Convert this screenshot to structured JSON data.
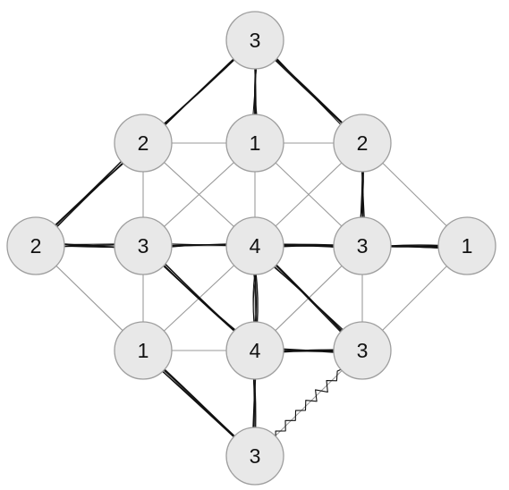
{
  "colors": {
    "background": "#ffffff",
    "node_fill": "#e8e8e8",
    "node_stroke": "#9e9e9e",
    "edge": "#9a9a9a",
    "pen": "#111111"
  },
  "nodes": [
    {
      "id": "n-top",
      "label": "3"
    },
    {
      "id": "n-r2-left",
      "label": "2"
    },
    {
      "id": "n-r2-mid",
      "label": "1"
    },
    {
      "id": "n-r2-right",
      "label": "2"
    },
    {
      "id": "n-r3-far-left",
      "label": "2"
    },
    {
      "id": "n-r3-left",
      "label": "3"
    },
    {
      "id": "n-r3-mid",
      "label": "4"
    },
    {
      "id": "n-r3-right",
      "label": "3"
    },
    {
      "id": "n-r3-far-right",
      "label": "1"
    },
    {
      "id": "n-r4-left",
      "label": "1"
    },
    {
      "id": "n-r4-mid",
      "label": "4"
    },
    {
      "id": "n-r4-right",
      "label": "3"
    },
    {
      "id": "n-bottom",
      "label": "3"
    }
  ],
  "edges": [
    [
      "n-top",
      "n-r2-left"
    ],
    [
      "n-top",
      "n-r2-mid"
    ],
    [
      "n-top",
      "n-r2-right"
    ],
    [
      "n-r2-left",
      "n-r2-mid"
    ],
    [
      "n-r2-mid",
      "n-r2-right"
    ],
    [
      "n-r2-left",
      "n-r3-far-left"
    ],
    [
      "n-r2-left",
      "n-r3-left"
    ],
    [
      "n-r2-left",
      "n-r3-mid"
    ],
    [
      "n-r2-mid",
      "n-r3-left"
    ],
    [
      "n-r2-mid",
      "n-r3-mid"
    ],
    [
      "n-r2-mid",
      "n-r3-right"
    ],
    [
      "n-r2-right",
      "n-r3-mid"
    ],
    [
      "n-r2-right",
      "n-r3-right"
    ],
    [
      "n-r2-right",
      "n-r3-far-right"
    ],
    [
      "n-r3-far-left",
      "n-r3-left"
    ],
    [
      "n-r3-left",
      "n-r3-mid"
    ],
    [
      "n-r3-mid",
      "n-r3-right"
    ],
    [
      "n-r3-right",
      "n-r3-far-right"
    ],
    [
      "n-r3-far-left",
      "n-r4-left"
    ],
    [
      "n-r3-left",
      "n-r4-left"
    ],
    [
      "n-r3-left",
      "n-r4-mid"
    ],
    [
      "n-r3-mid",
      "n-r4-left"
    ],
    [
      "n-r3-mid",
      "n-r4-mid"
    ],
    [
      "n-r3-mid",
      "n-r4-right"
    ],
    [
      "n-r3-right",
      "n-r4-mid"
    ],
    [
      "n-r3-right",
      "n-r4-right"
    ],
    [
      "n-r3-far-right",
      "n-r4-right"
    ],
    [
      "n-r4-left",
      "n-r4-mid"
    ],
    [
      "n-r4-mid",
      "n-r4-right"
    ],
    [
      "n-r4-left",
      "n-bottom"
    ],
    [
      "n-r4-mid",
      "n-bottom"
    ],
    [
      "n-r4-right",
      "n-bottom"
    ]
  ],
  "pen_strokes": [
    {
      "from": "n-top",
      "to": "n-r2-left",
      "style": "heavy"
    },
    {
      "from": "n-top",
      "to": "n-r2-mid",
      "style": "heavy"
    },
    {
      "from": "n-top",
      "to": "n-r2-right",
      "style": "heavy"
    },
    {
      "from": "n-r2-left",
      "to": "n-r3-far-left",
      "style": "heavy"
    },
    {
      "from": "n-r2-right",
      "to": "n-r3-right",
      "style": "heavy"
    },
    {
      "from": "n-r3-far-left",
      "to": "n-r3-left",
      "style": "heavy"
    },
    {
      "from": "n-r3-left",
      "to": "n-r3-mid",
      "style": "heavy"
    },
    {
      "from": "n-r3-mid",
      "to": "n-r3-right",
      "style": "heavy"
    },
    {
      "from": "n-r3-right",
      "to": "n-r3-far-right",
      "style": "heavy"
    },
    {
      "from": "n-r3-left",
      "to": "n-r4-mid",
      "style": "heavy"
    },
    {
      "from": "n-r3-mid",
      "to": "n-r4-right",
      "style": "heavy"
    },
    {
      "from": "n-r3-mid",
      "to": "n-r4-mid",
      "style": "scribble"
    },
    {
      "from": "n-r4-mid",
      "to": "n-r4-right",
      "style": "heavy"
    },
    {
      "from": "n-r4-left",
      "to": "n-bottom",
      "style": "heavy"
    },
    {
      "from": "n-r4-mid",
      "to": "n-bottom",
      "style": "heavy"
    },
    {
      "from": "n-r4-right",
      "to": "n-bottom",
      "style": "zigzag"
    }
  ]
}
